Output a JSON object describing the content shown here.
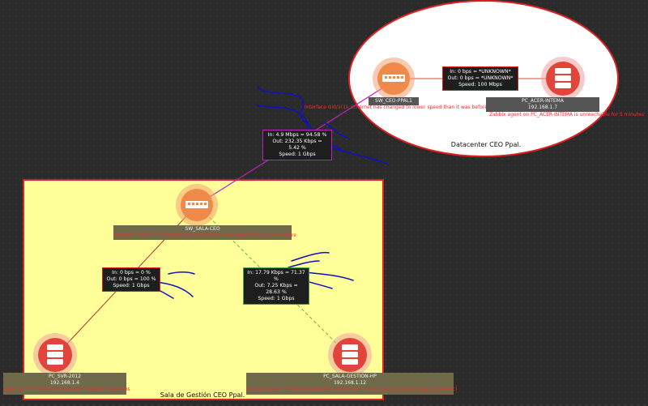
{
  "colors": {
    "background": "#2b2b2b",
    "zone_yellow": "#ffff99",
    "zone_border": "#e02020",
    "node_orange": "#f08a4a",
    "node_red": "#e0443a",
    "link_magenta": "#c020c0",
    "link_red": "#b03030",
    "link_green": "#7ac943",
    "annotation_blue": "#1010c0"
  },
  "zones": {
    "datacenter": {
      "title": "Datacenter CEO Ppal."
    },
    "sala": {
      "title": "Sala de Gestión CEO Ppal."
    }
  },
  "nodes": {
    "sw_ceo_ppal1": {
      "name": "SW_CEO-PPAL1",
      "icon": "switch-icon",
      "problem": "Interface Gi0/1(1): Ethernet has changed to lower speed than it was before"
    },
    "pc_acer_intema": {
      "name": "PC_ACER-INTEMA",
      "ip": "192.168.1.7",
      "icon": "server-icon",
      "problem": "Zabbix agent on PC_ACER-INTEMA is unreachable for 5 minutes"
    },
    "sw_sala_ceo": {
      "name": "SW_SALA-CEO",
      "icon": "switch-icon",
      "problem": "Interface Gi0/1(1): Ethernet has changed to lower speed than it was before"
    },
    "pc_svr_2012": {
      "name": "PC_SVR-2012",
      "ip": "192.168.1.4",
      "icon": "server-icon",
      "problem": "agent on PC_SVR-2012 is unreachable for 5 minutes"
    },
    "pc_sala_gestion_hp": {
      "name": "PC_SALA-GESTION-HP",
      "ip": "192.168.1.12",
      "icon": "server-icon",
      "problem": "Service \"gpsvc\" (Cliente de directiva de grupo) is not running (startup type automatic)"
    }
  },
  "links": {
    "dc_link": {
      "in": "In: 0 bps = *UNKNOWN*",
      "out": "Out: 0 bps = *UNKNOWN*",
      "speed": "Speed: 100 Mbps"
    },
    "uplink": {
      "in": "In: 4.9 Mbps = 94.58 %",
      "out": "Out: 232.35 Kbps = 5.42 %",
      "speed": "Speed: 1 Gbps"
    },
    "svr_link": {
      "in": "In: 0 bps = 0 %",
      "out": "Out: 0 bps = 100 %",
      "speed": "Speed: 1 Gbps"
    },
    "hp_link": {
      "in": "In: 17.79 Kbps = 71.37 %",
      "out": "Out: 7.25 Kbps = 28.63 %",
      "speed": "Speed: 1 Gbps"
    }
  }
}
